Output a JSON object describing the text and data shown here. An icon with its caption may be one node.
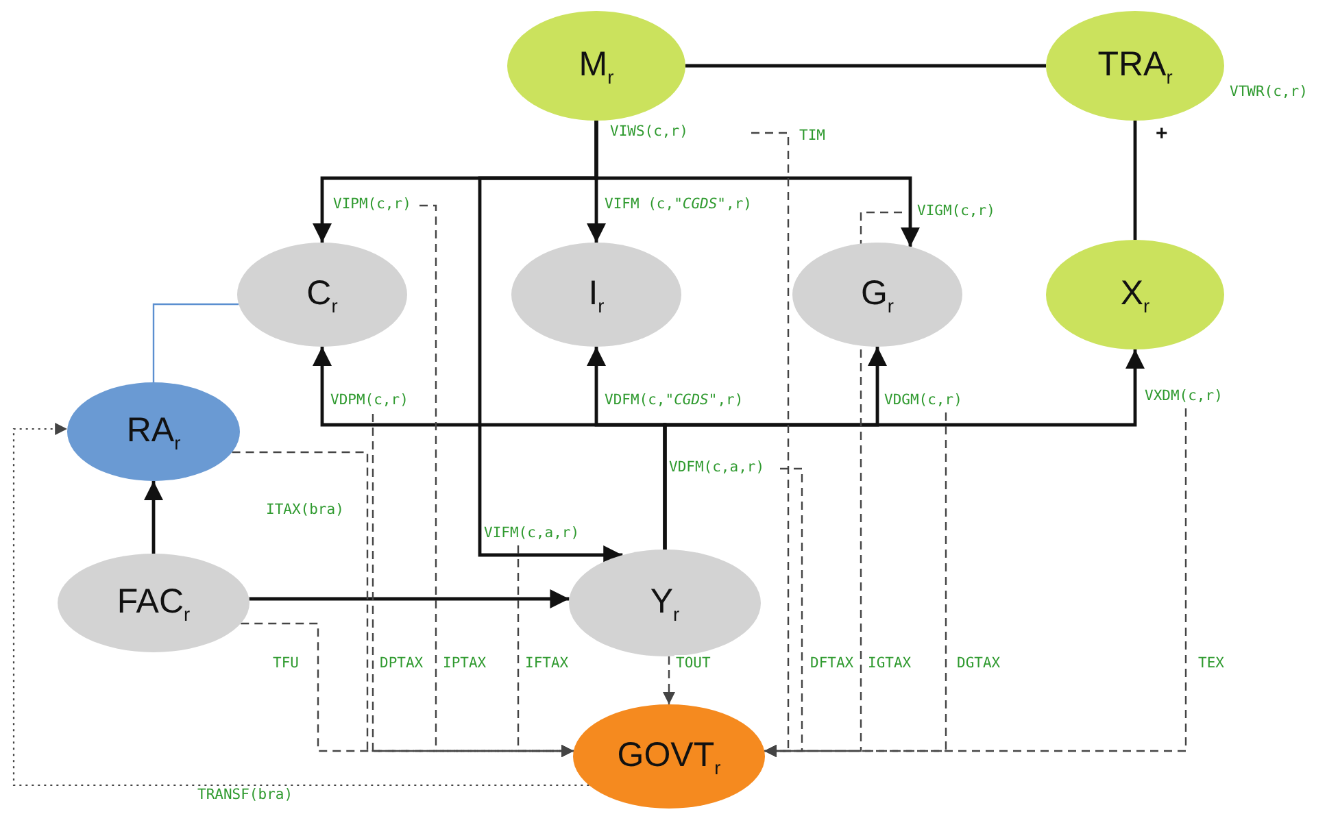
{
  "diagram": {
    "nodes": [
      {
        "text": [
          "M$_{r}$"
        ]
      },
      {
        "text": [
          "TRA$_{r}$"
        ],
        "beside": [
          "VTWR(c,r)"
        ]
      },
      {
        "text": [
          "C$_{r}$"
        ]
      },
      {
        "text": [
          "I$_{r}$"
        ]
      },
      {
        "text": [
          "G$_{r}$"
        ]
      },
      {
        "text": [
          "X$_{r}$"
        ]
      },
      {
        "text": [
          "RA$_{r}$"
        ]
      },
      {
        "text": [
          "FAC$_{r}$"
        ]
      },
      {
        "text": [
          "Y$_{r}$"
        ]
      },
      {
        "text": [
          "GOVT$_{r}$"
        ]
      }
    ],
    "edges": [
      {
        "from": 0,
        "to": 1,
        "arrow": "none"
      },
      {
        "from": 1,
        "to": 5,
        "arrow": "none",
        "label": "+"
      },
      {
        "from": 0,
        "to": 2,
        "arrow": "to",
        "label": "VIPM(c,r)"
      },
      {
        "from": 0,
        "to": 3,
        "arrow": "to",
        "label": "VIFM (c,*\"CGDS\"*,r)"
      },
      {
        "from": 0,
        "to": 4,
        "arrow": "to",
        "label": "VIGM(c,r)"
      },
      {
        "from": 0,
        "to": 8,
        "arrow": "to",
        "label": "VIFM(c,a,r)"
      },
      {
        "from": 8,
        "to": 2,
        "arrow": "to",
        "label": "VDPM(c,r)"
      },
      {
        "from": 8,
        "to": 3,
        "arrow": "to",
        "label": "VDFM(c,*\"CGDS\"*,r)"
      },
      {
        "from": 8,
        "to": 4,
        "arrow": "to",
        "label": "VDGM(c,r)"
      },
      {
        "from": 8,
        "to": 5,
        "arrow": "to",
        "label": "VXDM(c,r)"
      },
      {
        "from": 7,
        "to": 6,
        "arrow": "to"
      },
      {
        "from": 7,
        "to": 8,
        "arrow": "to"
      },
      {
        "from": 6,
        "to": 2,
        "arrow": "none",
        "color": "#5b8fd0"
      },
      {
        "from": 6,
        "to": 9,
        "arrow": "to",
        "style": "dashed",
        "label": "ITAX(bra)"
      },
      {
        "from": 7,
        "to": 9,
        "arrow": "to",
        "style": "dashed",
        "label": "TFU"
      },
      {
        "from": null,
        "to": 9,
        "arrow": "to",
        "style": "dashed",
        "label": "DPTAX"
      },
      {
        "from": null,
        "to": 9,
        "arrow": "to",
        "style": "dashed",
        "label": "IPTAX"
      },
      {
        "from": null,
        "to": 9,
        "arrow": "to",
        "style": "dashed",
        "label": "IFTAX"
      },
      {
        "from": 8,
        "to": 9,
        "arrow": "to",
        "style": "dashed",
        "label": "TOUT"
      },
      {
        "from": null,
        "to": 9,
        "arrow": "to",
        "style": "dashed",
        "label": "TIM"
      },
      {
        "from": null,
        "to": 9,
        "arrow": "to",
        "style": "dashed",
        "label": "DFTAX"
      },
      {
        "from": null,
        "to": 9,
        "arrow": "to",
        "style": "dashed",
        "label": "IGTAX"
      },
      {
        "from": null,
        "to": 9,
        "arrow": "to",
        "style": "dashed",
        "label": "DGTAX"
      },
      {
        "from": null,
        "to": 9,
        "arrow": "to",
        "style": "dashed",
        "label": "TEX"
      },
      {
        "from": 9,
        "to": 6,
        "arrow": "to",
        "style": "dashed",
        "label": "TRANSF(bra)"
      }
    ],
    "labels": [
      "VIWS(c,r)",
      "VDFM(c,a,r)"
    ]
  }
}
